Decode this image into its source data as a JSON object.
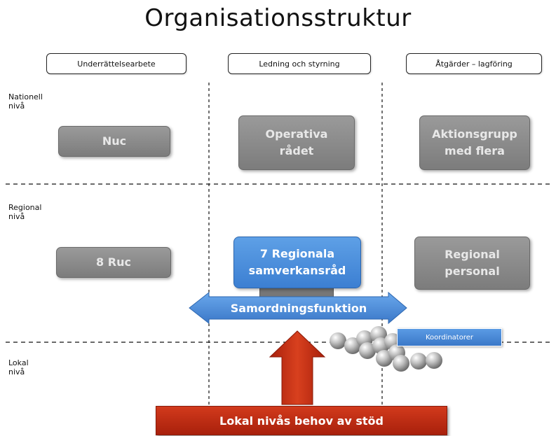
{
  "title": "Organisationsstruktur",
  "columns": [
    {
      "label": "Underrättelsearbete"
    },
    {
      "label": "Ledning och styrning"
    },
    {
      "label": "Åtgärder – lagföring"
    }
  ],
  "levels": [
    {
      "label": "Nationell\nnivå"
    },
    {
      "label": "Regional\nnivå"
    },
    {
      "label": "Lokal\nnivå"
    }
  ],
  "boxes": {
    "nuc": "Nuc",
    "operativa_radet": "Operativa\nrådet",
    "aktionsgrupp": "Aktionsgrupp\nmed flera",
    "ruc": "8 Ruc",
    "regionala_samverkansrad": "7 Regionala\nsamverkansråd",
    "regional_personal": "Regional\npersonal"
  },
  "samordning": "Samordningsfunktion",
  "koordinatorer": "Koordinatorer",
  "bottom": "Lokal nivås behov av stöd",
  "colors": {
    "gray_box": "#8a8a8a",
    "blue_box": "#4a8ddb",
    "red": "#c0301a"
  }
}
